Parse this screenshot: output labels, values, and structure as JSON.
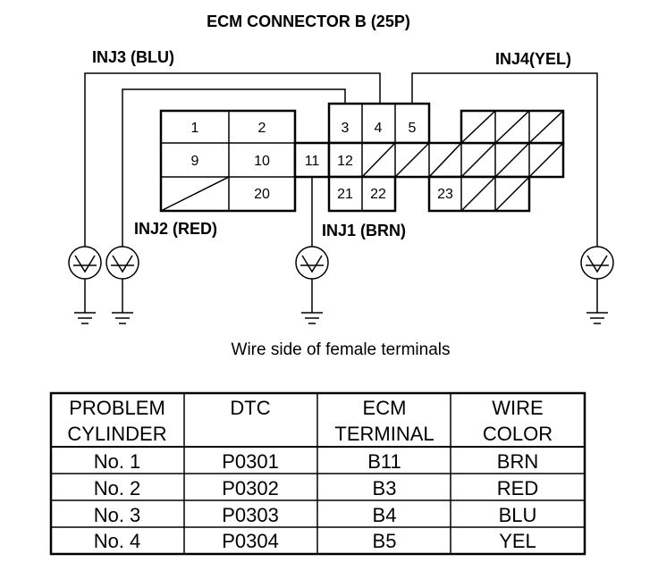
{
  "title": "ECM CONNECTOR B (25P)",
  "caption": "Wire side of female terminals",
  "connector": {
    "pins": [
      "1",
      "2",
      "3",
      "4",
      "5",
      "9",
      "10",
      "11",
      "12",
      "20",
      "21",
      "22",
      "23"
    ]
  },
  "injectors": [
    {
      "label": "INJ3 (BLU)"
    },
    {
      "label": "INJ4(YEL)"
    },
    {
      "label": "INJ2 (RED)"
    },
    {
      "label": "INJ1 (BRN)"
    }
  ],
  "table": {
    "headers": [
      [
        "PROBLEM",
        "CYLINDER"
      ],
      [
        "DTC",
        ""
      ],
      [
        "ECM",
        "TERMINAL"
      ],
      [
        "WIRE",
        "COLOR"
      ]
    ],
    "rows": [
      [
        "No. 1",
        "P0301",
        "B11",
        "BRN"
      ],
      [
        "No. 2",
        "P0302",
        "B3",
        "RED"
      ],
      [
        "No. 3",
        "P0303",
        "B4",
        "BLU"
      ],
      [
        "No. 4",
        "P0304",
        "B5",
        "YEL"
      ]
    ]
  }
}
